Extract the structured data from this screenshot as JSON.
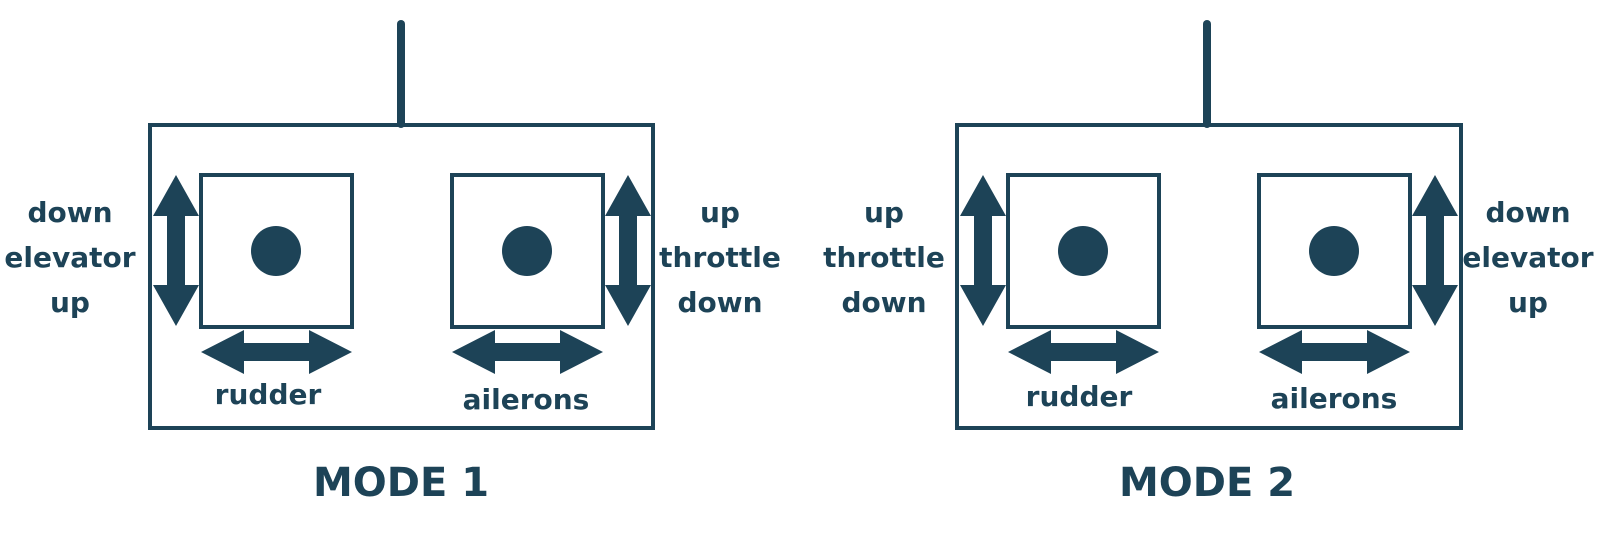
{
  "colors": {
    "ink": "#1d4357",
    "background": "#ffffff"
  },
  "panels": [
    {
      "mode_label": "MODE 1",
      "left_side": {
        "top": "down",
        "middle": "elevator",
        "bottom": "up"
      },
      "right_side": {
        "top": "up",
        "middle": "throttle",
        "bottom": "down"
      },
      "left_stick_axis": "rudder",
      "right_stick_axis": "ailerons"
    },
    {
      "mode_label": "MODE 2",
      "left_side": {
        "top": "up",
        "middle": "throttle",
        "bottom": "down"
      },
      "right_side": {
        "top": "down",
        "middle": "elevator",
        "bottom": "up"
      },
      "left_stick_axis": "rudder",
      "right_stick_axis": "ailerons"
    }
  ],
  "icons": {
    "stick": "stick-dot-icon",
    "vertical_arrow": "double-arrow-vertical-icon",
    "horizontal_arrow": "double-arrow-horizontal-icon",
    "antenna": "antenna-icon"
  }
}
